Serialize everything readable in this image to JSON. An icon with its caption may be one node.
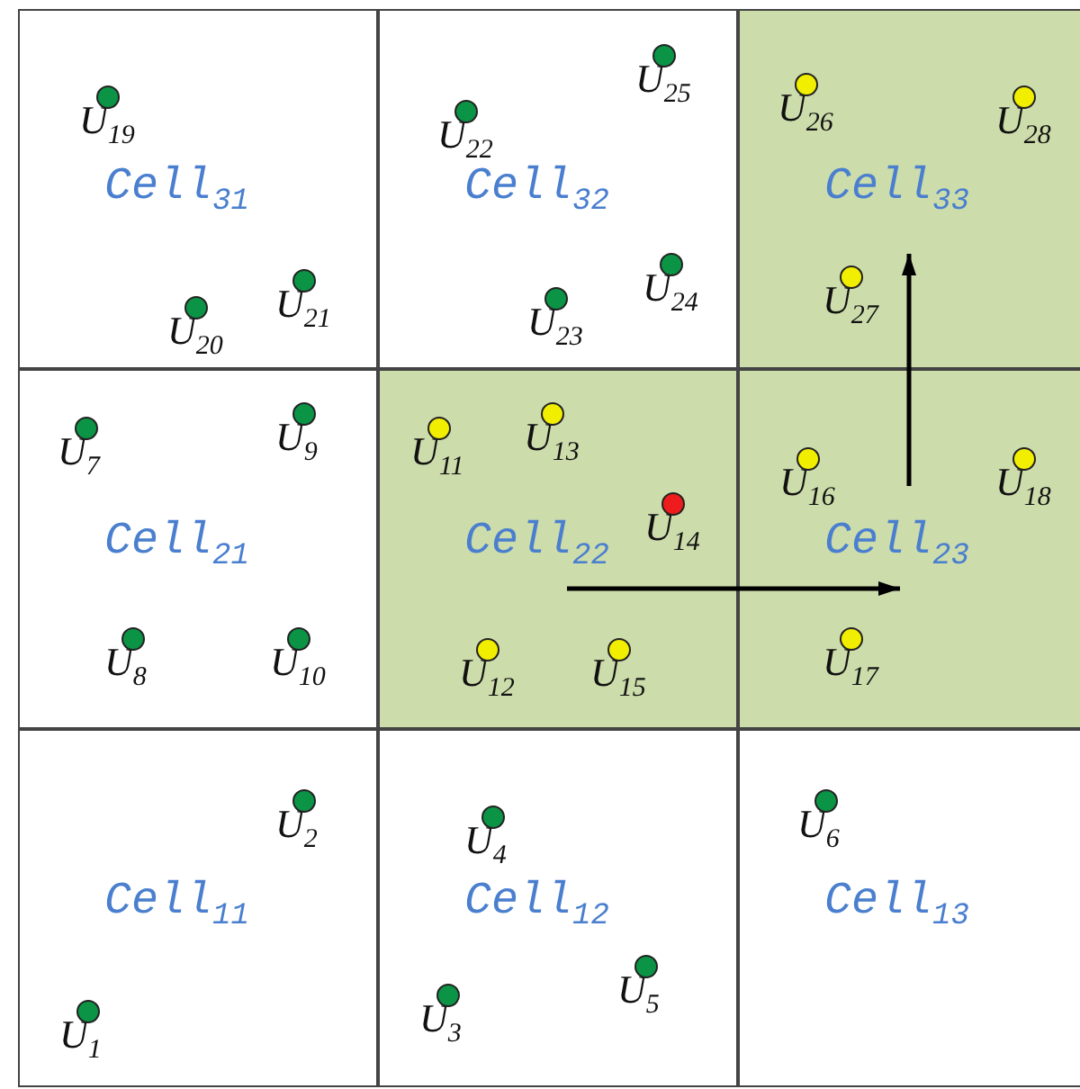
{
  "diagram": {
    "nodes": [
      {
        "text": [
          "Cell$_{31}$"
        ]
      },
      {
        "text": [],
        "shape": "circle",
        "beside": [
          "U$_{19}$"
        ],
        "in": 0
      },
      {
        "text": [],
        "shape": "circle",
        "beside": [
          "U$_{21}$"
        ],
        "in": 0
      },
      {
        "text": [],
        "shape": "circle",
        "beside": [
          "U$_{20}$"
        ],
        "in": 0
      },
      {
        "text": [
          "Cell$_{32}$"
        ]
      },
      {
        "text": [],
        "shape": "circle",
        "beside": [
          "U$_{25}$"
        ],
        "in": 4
      },
      {
        "text": [],
        "shape": "circle",
        "beside": [
          "U$_{22}$"
        ],
        "in": 4
      },
      {
        "text": [],
        "shape": "circle",
        "beside": [
          "U$_{24}$"
        ],
        "in": 4
      },
      {
        "text": [],
        "shape": "circle",
        "beside": [
          "U$_{23}$"
        ],
        "in": 4
      },
      {
        "text": [
          "Cell$_{33}$"
        ]
      },
      {
        "text": [],
        "shape": "circle",
        "beside": [
          "U$_{26}$"
        ],
        "in": 9
      },
      {
        "text": [],
        "shape": "circle",
        "beside": [
          "U$_{28}$"
        ],
        "in": 9
      },
      {
        "text": [],
        "shape": "circle",
        "beside": [
          "U$_{27}$"
        ],
        "in": 9
      },
      {
        "text": [
          "Cell$_{21}$"
        ]
      },
      {
        "text": [],
        "shape": "circle",
        "beside": [
          "U$_{9}$"
        ],
        "in": 13
      },
      {
        "text": [],
        "shape": "circle",
        "beside": [
          "U$_{7}$"
        ],
        "in": 13
      },
      {
        "text": [],
        "shape": "circle",
        "beside": [
          "U$_{8}$"
        ],
        "in": 13
      },
      {
        "text": [],
        "shape": "circle",
        "beside": [
          "U$_{10}$"
        ],
        "in": 13
      },
      {
        "text": [
          "Cell$_{22}$"
        ]
      },
      {
        "text": [],
        "shape": "circle",
        "beside": [
          "U$_{13}$"
        ],
        "in": 18
      },
      {
        "text": [],
        "shape": "circle",
        "beside": [
          "U$_{11}$"
        ],
        "in": 18
      },
      {
        "text": [],
        "shape": "circle",
        "beside": [
          "U$_{14}$"
        ],
        "in": 18
      },
      {
        "text": [],
        "shape": "circle",
        "beside": [
          "U$_{12}$"
        ],
        "in": 18
      },
      {
        "text": [],
        "shape": "circle",
        "beside": [
          "U$_{15}$"
        ],
        "in": 18
      },
      {
        "text": [
          "Cell$_{23}$"
        ]
      },
      {
        "text": [],
        "shape": "circle",
        "beside": [
          "U$_{16}$"
        ],
        "in": 24
      },
      {
        "text": [],
        "shape": "circle",
        "beside": [
          "U$_{18}$"
        ],
        "in": 24
      },
      {
        "text": [],
        "shape": "circle",
        "beside": [
          "U$_{17}$"
        ],
        "in": 24
      },
      {
        "text": [
          "Cell$_{11}$"
        ]
      },
      {
        "text": [],
        "shape": "circle",
        "beside": [
          "U$_{2}$"
        ],
        "in": 28
      },
      {
        "text": [],
        "shape": "circle",
        "beside": [
          "U$_{1}$"
        ],
        "in": 28
      },
      {
        "text": [
          "Cell$_{12}$"
        ]
      },
      {
        "text": [],
        "shape": "circle",
        "beside": [
          "U$_{4}$"
        ],
        "in": 31
      },
      {
        "text": [],
        "shape": "circle",
        "beside": [
          "U$_{5}$"
        ],
        "in": 31
      },
      {
        "text": [],
        "shape": "circle",
        "beside": [
          "U$_{3}$"
        ],
        "in": 31
      },
      {
        "text": [
          "Cell$_{13}$"
        ]
      },
      {
        "text": [],
        "shape": "circle",
        "beside": [
          "U$_{6}$"
        ],
        "in": 35
      }
    ]
  }
}
